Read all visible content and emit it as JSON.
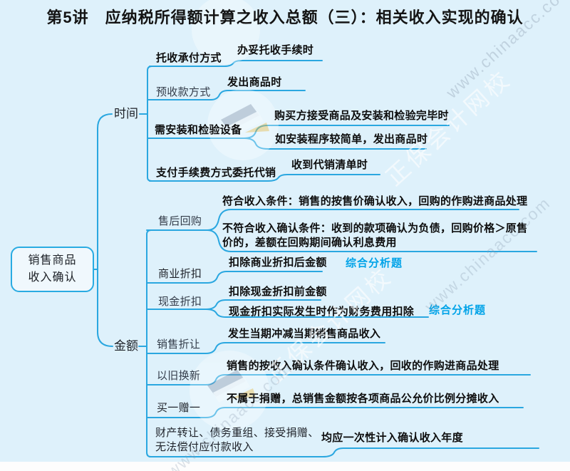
{
  "page": {
    "title": "第5讲　应纳税所得额计算之收入总额（三）：相关收入实现的确认"
  },
  "root": {
    "label_line1": "销售商品",
    "label_line2": "收入确认"
  },
  "time": {
    "label": "时间",
    "c1": {
      "label": "托收承付方式",
      "d1": "办妥托收手续时"
    },
    "c2": {
      "label": "预收款方式",
      "d1": "发出商品时"
    },
    "c3": {
      "label": "需安装和检验设备",
      "d1": "购买方接受商品及安装和检验完毕时",
      "d2": "如安装程序较简单，发出商品时"
    },
    "c4": {
      "label": "支付手续费方式委托代销",
      "d1": "收到代销清单时"
    }
  },
  "amount": {
    "label": "金额",
    "c1": {
      "label": "售后回购",
      "d1": "符合收入条件：销售的按售价确认收入，回购的作购进商品处理",
      "d2_line1": "不符合收入确认条件：收到的款项确认为负债，回购价格＞原售",
      "d2_line2": "价的，差额在回购期间确认利息费用"
    },
    "c2": {
      "label": "商业折扣",
      "d1": "扣除商业折扣后金额",
      "badge": "综合分析题"
    },
    "c3": {
      "label": "现金折扣",
      "d1": "扣除现金折扣前金额",
      "d2": "现金折扣实际发生时作为财务费用扣除",
      "badge": "综合分析题"
    },
    "c4": {
      "label": "销售折让",
      "d1": "发生当期冲减当期销售商品收入"
    },
    "c5": {
      "label": "以旧换新",
      "d1": "销售的按收入确认条件确认收入，回收的作购进商品处理"
    },
    "c6": {
      "label": "买一赠一",
      "d1": "不属于捐赠，总销售金额按各项商品公允价比例分摊收入"
    },
    "c7": {
      "label_line1": "财产转让、债务重组、接受捐赠、",
      "label_line2": "无法偿付应付款收入",
      "d1": "均应一次性计入确认收入年度"
    }
  },
  "watermark": {
    "brand": "正保会计网校",
    "site": "www.chinaacc.com"
  },
  "colors": {
    "background": "#def1fb",
    "connector_line": "#2aa7e0",
    "root_border": "#29abe2",
    "badge_text": "#00a3e8",
    "title_text": "#141414",
    "logo_yellow": "#f0a500",
    "logo_navy": "#2a3b63"
  }
}
